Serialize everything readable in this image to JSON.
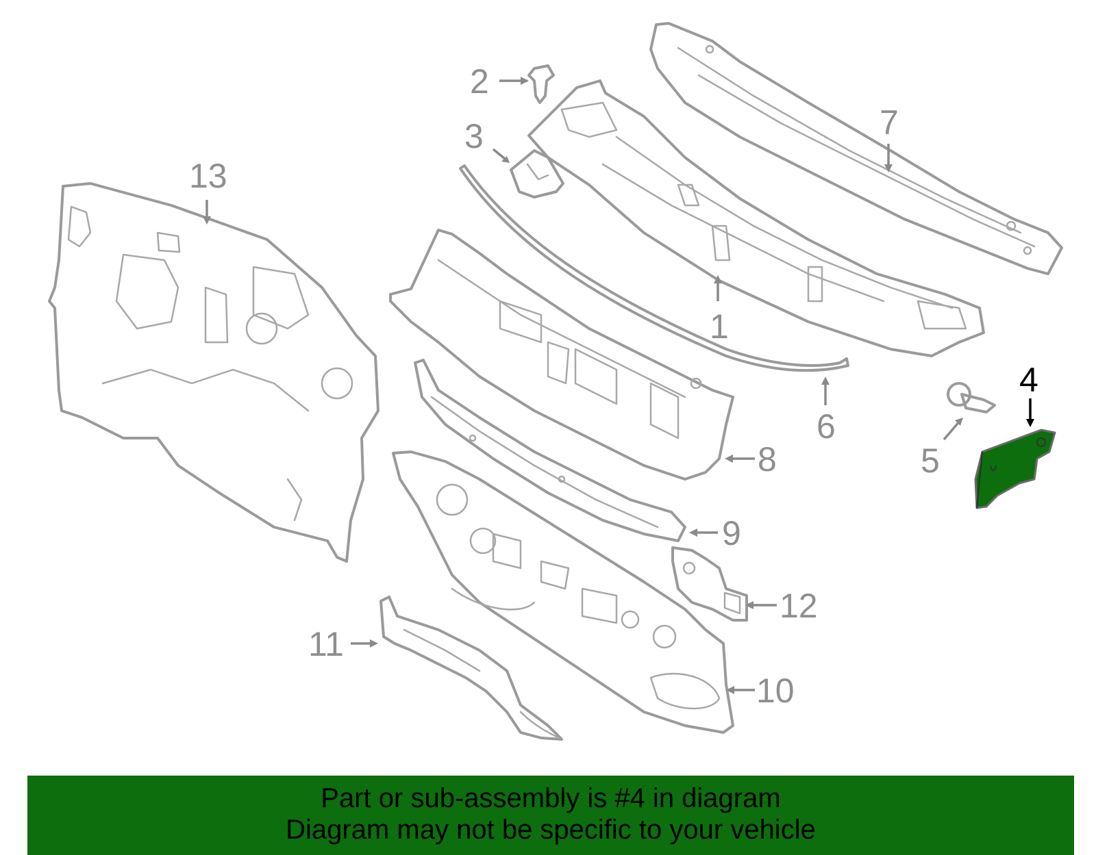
{
  "banner": {
    "line1": "Part or sub-assembly is #4 in diagram",
    "line2": "Diagram may not be specific to your vehicle"
  },
  "callouts": {
    "c1": "1",
    "c2": "2",
    "c3": "3",
    "c4": "4",
    "c5": "5",
    "c6": "6",
    "c7": "7",
    "c8": "8",
    "c9": "9",
    "c10": "10",
    "c11": "11",
    "c12": "12",
    "c13": "13"
  },
  "colors": {
    "highlight_part": "#0d6e0d",
    "banner_bg": "#0d6e0d",
    "line_art": "#9a9a9a"
  }
}
